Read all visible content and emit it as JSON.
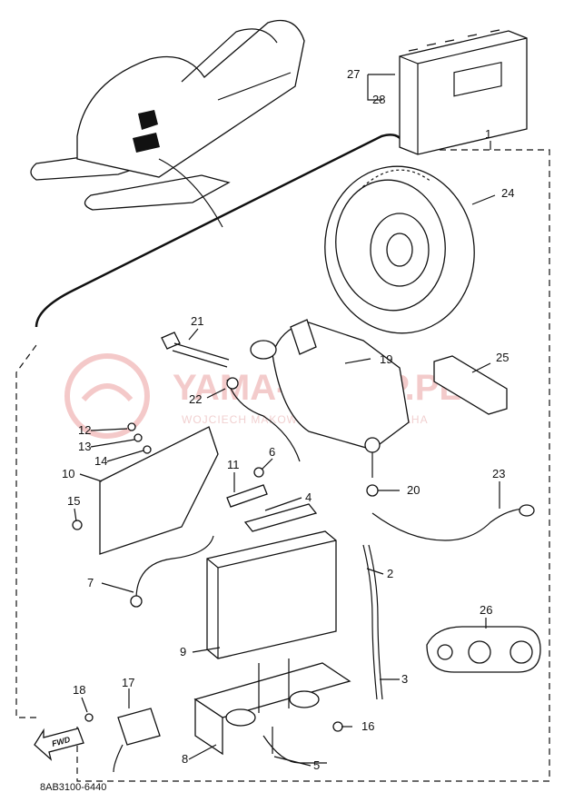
{
  "diagram": {
    "code": "8AB3100-6440",
    "watermark": {
      "line1": "YAMA-SKLEP.PL",
      "line2": "WOJCIECH MAKOWICZ ŁUSTIEK YAMAHA"
    },
    "fwd_label": "FWD",
    "callouts": [
      {
        "id": "c1",
        "label": "1"
      },
      {
        "id": "c2",
        "label": "2"
      },
      {
        "id": "c3",
        "label": "3"
      },
      {
        "id": "c4",
        "label": "4"
      },
      {
        "id": "c5",
        "label": "5"
      },
      {
        "id": "c6",
        "label": "6"
      },
      {
        "id": "c7",
        "label": "7"
      },
      {
        "id": "c8",
        "label": "8"
      },
      {
        "id": "c9",
        "label": "9"
      },
      {
        "id": "c10",
        "label": "10"
      },
      {
        "id": "c11",
        "label": "11"
      },
      {
        "id": "c12",
        "label": "12"
      },
      {
        "id": "c13",
        "label": "13"
      },
      {
        "id": "c14",
        "label": "14"
      },
      {
        "id": "c15",
        "label": "15"
      },
      {
        "id": "c16",
        "label": "16"
      },
      {
        "id": "c17",
        "label": "17"
      },
      {
        "id": "c18",
        "label": "18"
      },
      {
        "id": "c19",
        "label": "19"
      },
      {
        "id": "c20",
        "label": "20"
      },
      {
        "id": "c21",
        "label": "21"
      },
      {
        "id": "c22",
        "label": "22"
      },
      {
        "id": "c23",
        "label": "23"
      },
      {
        "id": "c24",
        "label": "24"
      },
      {
        "id": "c25",
        "label": "25"
      },
      {
        "id": "c26",
        "label": "26"
      },
      {
        "id": "c27",
        "label": "27"
      },
      {
        "id": "c28",
        "label": "28"
      }
    ]
  }
}
